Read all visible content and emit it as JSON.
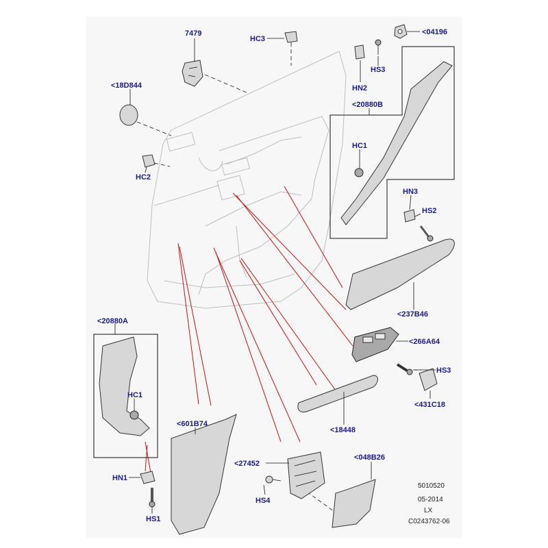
{
  "labels": {
    "l7479": "7479",
    "hc3": "HC3",
    "l04196": "<04196",
    "hs3_top": "HS3",
    "hn2": "HN2",
    "l18d844": "<18D844",
    "l20880b": "<20880B",
    "hc1_top": "HC1",
    "hc2": "HC2",
    "hn3": "HN3",
    "hs2": "HS2",
    "l237b46": "<237B46",
    "l20880a": "<20880A",
    "l266a64": "<266A64",
    "hs3_mid": "HS3",
    "hc1_bot": "HC1",
    "l431c18": "<431C18",
    "l601b74": "<601B74",
    "l18448": "<18448",
    "l27452": "<27452",
    "l048b26": "<048B26",
    "hn1": "HN1",
    "hs4": "HS4",
    "hs1": "HS1"
  },
  "meta": {
    "code": "5010520",
    "date": "05-2014",
    "model": "LX",
    "drawing_no": "C0243762-06"
  },
  "colors": {
    "background_panel": "#f7f7f7",
    "label": "#1a1a8c",
    "callout_line": "#cc1111",
    "part_fill": "#d7d7d7"
  }
}
